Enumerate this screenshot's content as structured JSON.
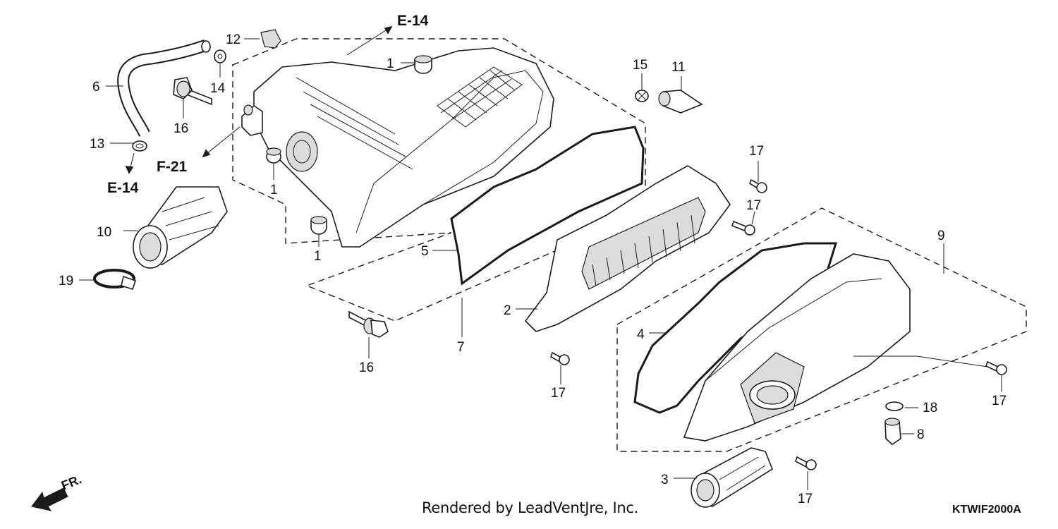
{
  "callouts": {
    "c1a": "1",
    "c1b": "1",
    "c1c": "1",
    "c2": "2",
    "c3": "3",
    "c4": "4",
    "c5": "5",
    "c6": "6",
    "c7": "7",
    "c8": "8",
    "c9": "9",
    "c10": "10",
    "c11": "11",
    "c12": "12",
    "c13": "13",
    "c14": "14",
    "c15": "15",
    "c16a": "16",
    "c16b": "16",
    "c17a": "17",
    "c17b": "17",
    "c17c": "17",
    "c17d": "17",
    "c17e": "17",
    "c18": "18",
    "c19": "19"
  },
  "references": {
    "e14_top": "E-14",
    "e14_left": "E-14",
    "f21": "F-21",
    "front": "FR."
  },
  "footer": {
    "credit": "Rendered by LeadVentJre, Inc.",
    "diagram_code": "KTWIF2000A"
  }
}
